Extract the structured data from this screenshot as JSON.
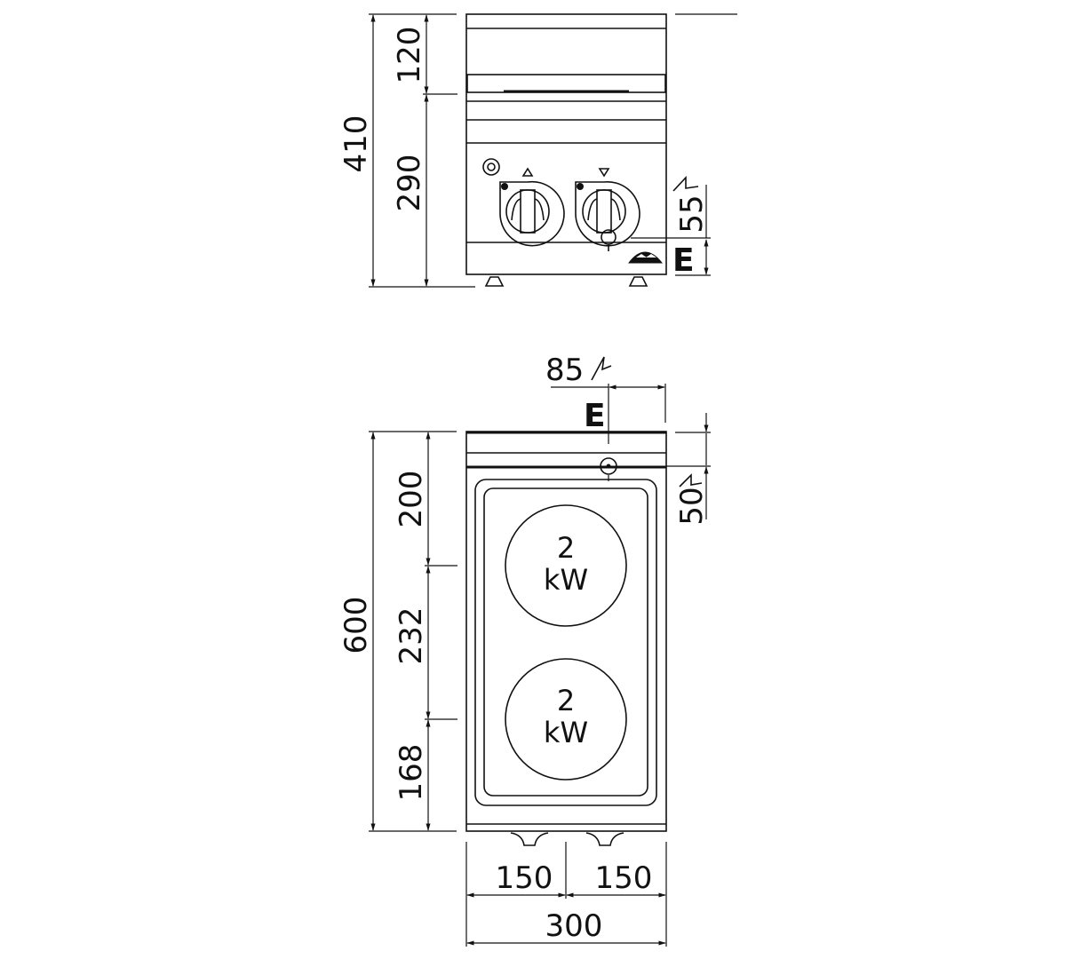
{
  "title": "Electric hob 2 plates - technical drawing",
  "front_view": {
    "total_height": "410",
    "upper_height": "120",
    "lower_height": "290",
    "electric_entry_height": "55",
    "electric_label": "E",
    "knobs": [
      {
        "name": "left-knob",
        "symbol": "triangle-up"
      },
      {
        "name": "right-knob",
        "symbol": "triangle-down"
      }
    ]
  },
  "top_view": {
    "total_depth": "600",
    "depth_segments": [
      "200",
      "232",
      "168"
    ],
    "electric_offset_x": "85",
    "electric_offset_y": "50",
    "electric_label": "E",
    "plates": [
      {
        "power": "2",
        "unit": "kW"
      },
      {
        "power": "2",
        "unit": "kW"
      }
    ],
    "width_segments": [
      "150",
      "150"
    ],
    "total_width": "300"
  }
}
